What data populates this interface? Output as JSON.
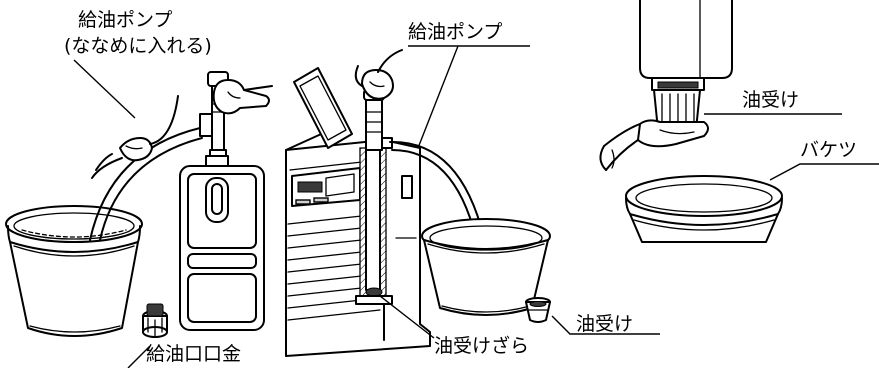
{
  "labels": {
    "pump_tank": "給油ポンプ",
    "pump_tank_note": "(ななめに入れる)",
    "cap": "給油口口金",
    "pump_heater": "給油ポンプ",
    "tray": "油受けざら",
    "cup_heater": "油受け",
    "cup_top": "油受け",
    "bucket": "バケツ"
  }
}
